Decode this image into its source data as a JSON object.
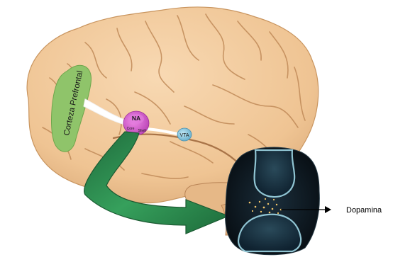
{
  "labels": {
    "prefrontal": "Corteza Prefrontal",
    "na": "NA",
    "core": "Core",
    "shell": "Shell",
    "vta": "VTA",
    "dopamina": "Dopamina"
  },
  "colors": {
    "brain": "#f0c89a",
    "brain_shadow": "#d9a877",
    "sulcus": "#b98456",
    "cortex_region": "#8fc46a",
    "na_region": "#d25ccf",
    "vta_region": "#7fc3df",
    "pathway_arrow": "#2f8a4f",
    "synapse_bg": "#0e1a24",
    "synapse_glow": "#9fd7e6",
    "vesicle": "#f2c66b"
  },
  "icons": {
    "brain": "brain-illustration",
    "synapse": "synapse-illustration",
    "pointer": "arrow-right-icon"
  }
}
